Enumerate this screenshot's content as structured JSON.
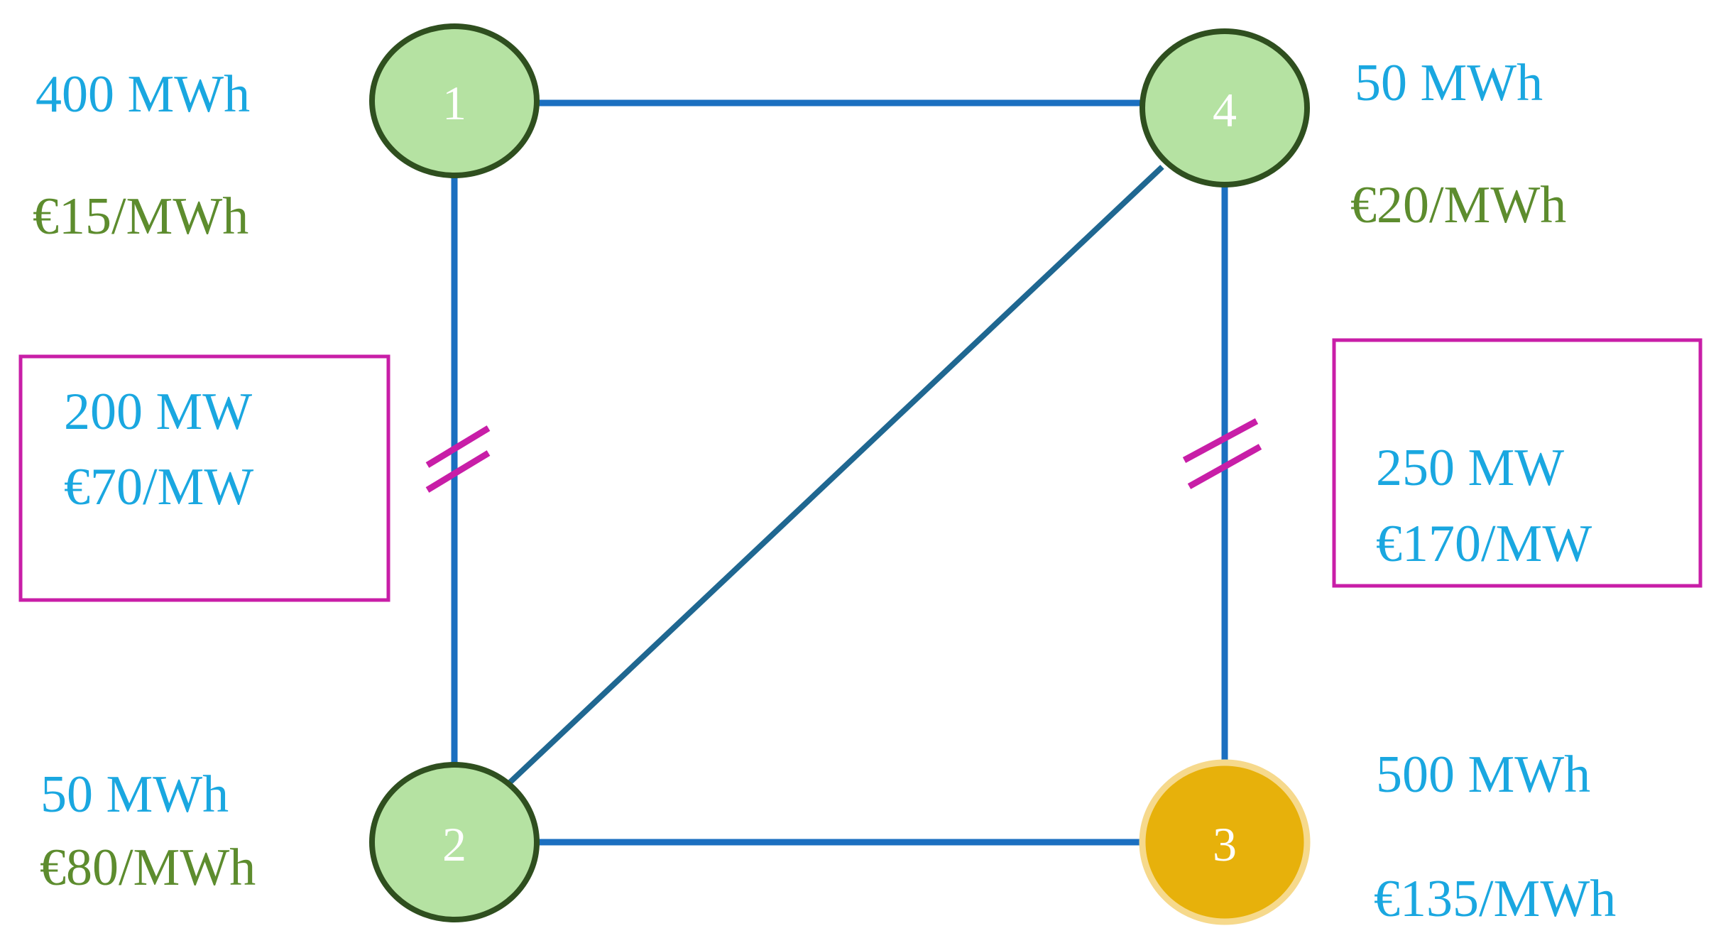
{
  "colors": {
    "edge": "#1b6fc0",
    "diagonal": "#1f6791",
    "node_fill": "#b5e2a2",
    "node_stroke": "#2f4f1f",
    "node3_fill": "#e7b10b",
    "node3_stroke": "#f6d98c",
    "label_blue": "#1aa7e0",
    "label_green": "#5d8c2e",
    "box_stroke": "#c81ea7",
    "break_mark": "#c81ea7"
  },
  "nodes": [
    {
      "id": "1",
      "label": "1",
      "energy": "400 MWh",
      "price": "€15/MWh"
    },
    {
      "id": "4",
      "label": "4",
      "energy": "50 MWh",
      "price": "€20/MWh"
    },
    {
      "id": "2",
      "label": "2",
      "energy": "50 MWh",
      "price": "€80/MWh"
    },
    {
      "id": "3",
      "label": "3",
      "energy": "500 MWh",
      "price": "€135/MWh"
    }
  ],
  "boxes": [
    {
      "id": "left",
      "capacity": "200 MW",
      "price": "€70/MW"
    },
    {
      "id": "right",
      "capacity": "250 MW",
      "price": "€170/MW"
    }
  ]
}
